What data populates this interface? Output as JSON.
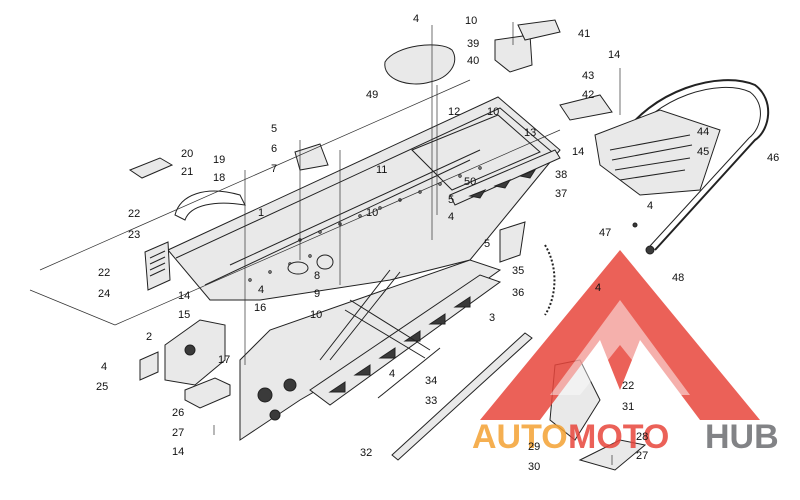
{
  "diagram": {
    "callouts": [
      {
        "id": "c4a",
        "text": "4"
      },
      {
        "id": "c10a",
        "text": "10"
      },
      {
        "id": "c41",
        "text": "41"
      },
      {
        "id": "c39",
        "text": "39"
      },
      {
        "id": "c40",
        "text": "40"
      },
      {
        "id": "c49",
        "text": "49"
      },
      {
        "id": "c14a",
        "text": "14"
      },
      {
        "id": "c43",
        "text": "43"
      },
      {
        "id": "c42",
        "text": "42"
      },
      {
        "id": "c12",
        "text": "12"
      },
      {
        "id": "c10b",
        "text": "10"
      },
      {
        "id": "c13",
        "text": "13"
      },
      {
        "id": "c44",
        "text": "44"
      },
      {
        "id": "c14b",
        "text": "14"
      },
      {
        "id": "c45",
        "text": "45"
      },
      {
        "id": "c46",
        "text": "46"
      },
      {
        "id": "c5a",
        "text": "5"
      },
      {
        "id": "c6",
        "text": "6"
      },
      {
        "id": "c7",
        "text": "7"
      },
      {
        "id": "c11",
        "text": "11"
      },
      {
        "id": "c20",
        "text": "20"
      },
      {
        "id": "c19",
        "text": "19"
      },
      {
        "id": "c21",
        "text": "21"
      },
      {
        "id": "c18",
        "text": "18"
      },
      {
        "id": "c50",
        "text": "50"
      },
      {
        "id": "c38",
        "text": "38"
      },
      {
        "id": "c37",
        "text": "37"
      },
      {
        "id": "c1",
        "text": "1"
      },
      {
        "id": "c10c",
        "text": "10"
      },
      {
        "id": "c5b",
        "text": "5"
      },
      {
        "id": "c4b",
        "text": "4"
      },
      {
        "id": "c22a",
        "text": "22"
      },
      {
        "id": "c23",
        "text": "23"
      },
      {
        "id": "c4c",
        "text": "4"
      },
      {
        "id": "c47",
        "text": "47"
      },
      {
        "id": "c5c",
        "text": "5"
      },
      {
        "id": "c22b",
        "text": "22"
      },
      {
        "id": "c24",
        "text": "24"
      },
      {
        "id": "c8",
        "text": "8"
      },
      {
        "id": "c9",
        "text": "9"
      },
      {
        "id": "c35",
        "text": "35"
      },
      {
        "id": "c48",
        "text": "48"
      },
      {
        "id": "c14c",
        "text": "14"
      },
      {
        "id": "c4d",
        "text": "4"
      },
      {
        "id": "c36",
        "text": "36"
      },
      {
        "id": "c4e",
        "text": "4"
      },
      {
        "id": "c15",
        "text": "15"
      },
      {
        "id": "c16",
        "text": "16"
      },
      {
        "id": "c10d",
        "text": "10"
      },
      {
        "id": "c3",
        "text": "3"
      },
      {
        "id": "c2",
        "text": "2"
      },
      {
        "id": "c4f",
        "text": "4"
      },
      {
        "id": "c25",
        "text": "25"
      },
      {
        "id": "c17",
        "text": "17"
      },
      {
        "id": "c4g",
        "text": "4"
      },
      {
        "id": "c34",
        "text": "34"
      },
      {
        "id": "c33",
        "text": "33"
      },
      {
        "id": "c26",
        "text": "26"
      },
      {
        "id": "c27a",
        "text": "27"
      },
      {
        "id": "c14d",
        "text": "14"
      },
      {
        "id": "c22c",
        "text": "22"
      },
      {
        "id": "c31",
        "text": "31"
      },
      {
        "id": "c32",
        "text": "32"
      },
      {
        "id": "c28",
        "text": "28"
      },
      {
        "id": "c29",
        "text": "29"
      },
      {
        "id": "c27b",
        "text": "27"
      },
      {
        "id": "c30",
        "text": "30"
      }
    ]
  },
  "watermark": {
    "text_left": "AUTO",
    "text_mid": "MOTO",
    "text_right": "HUB",
    "color_orange": "#f4a233",
    "color_red": "#e8463c",
    "color_gray": "#6d6e71"
  }
}
